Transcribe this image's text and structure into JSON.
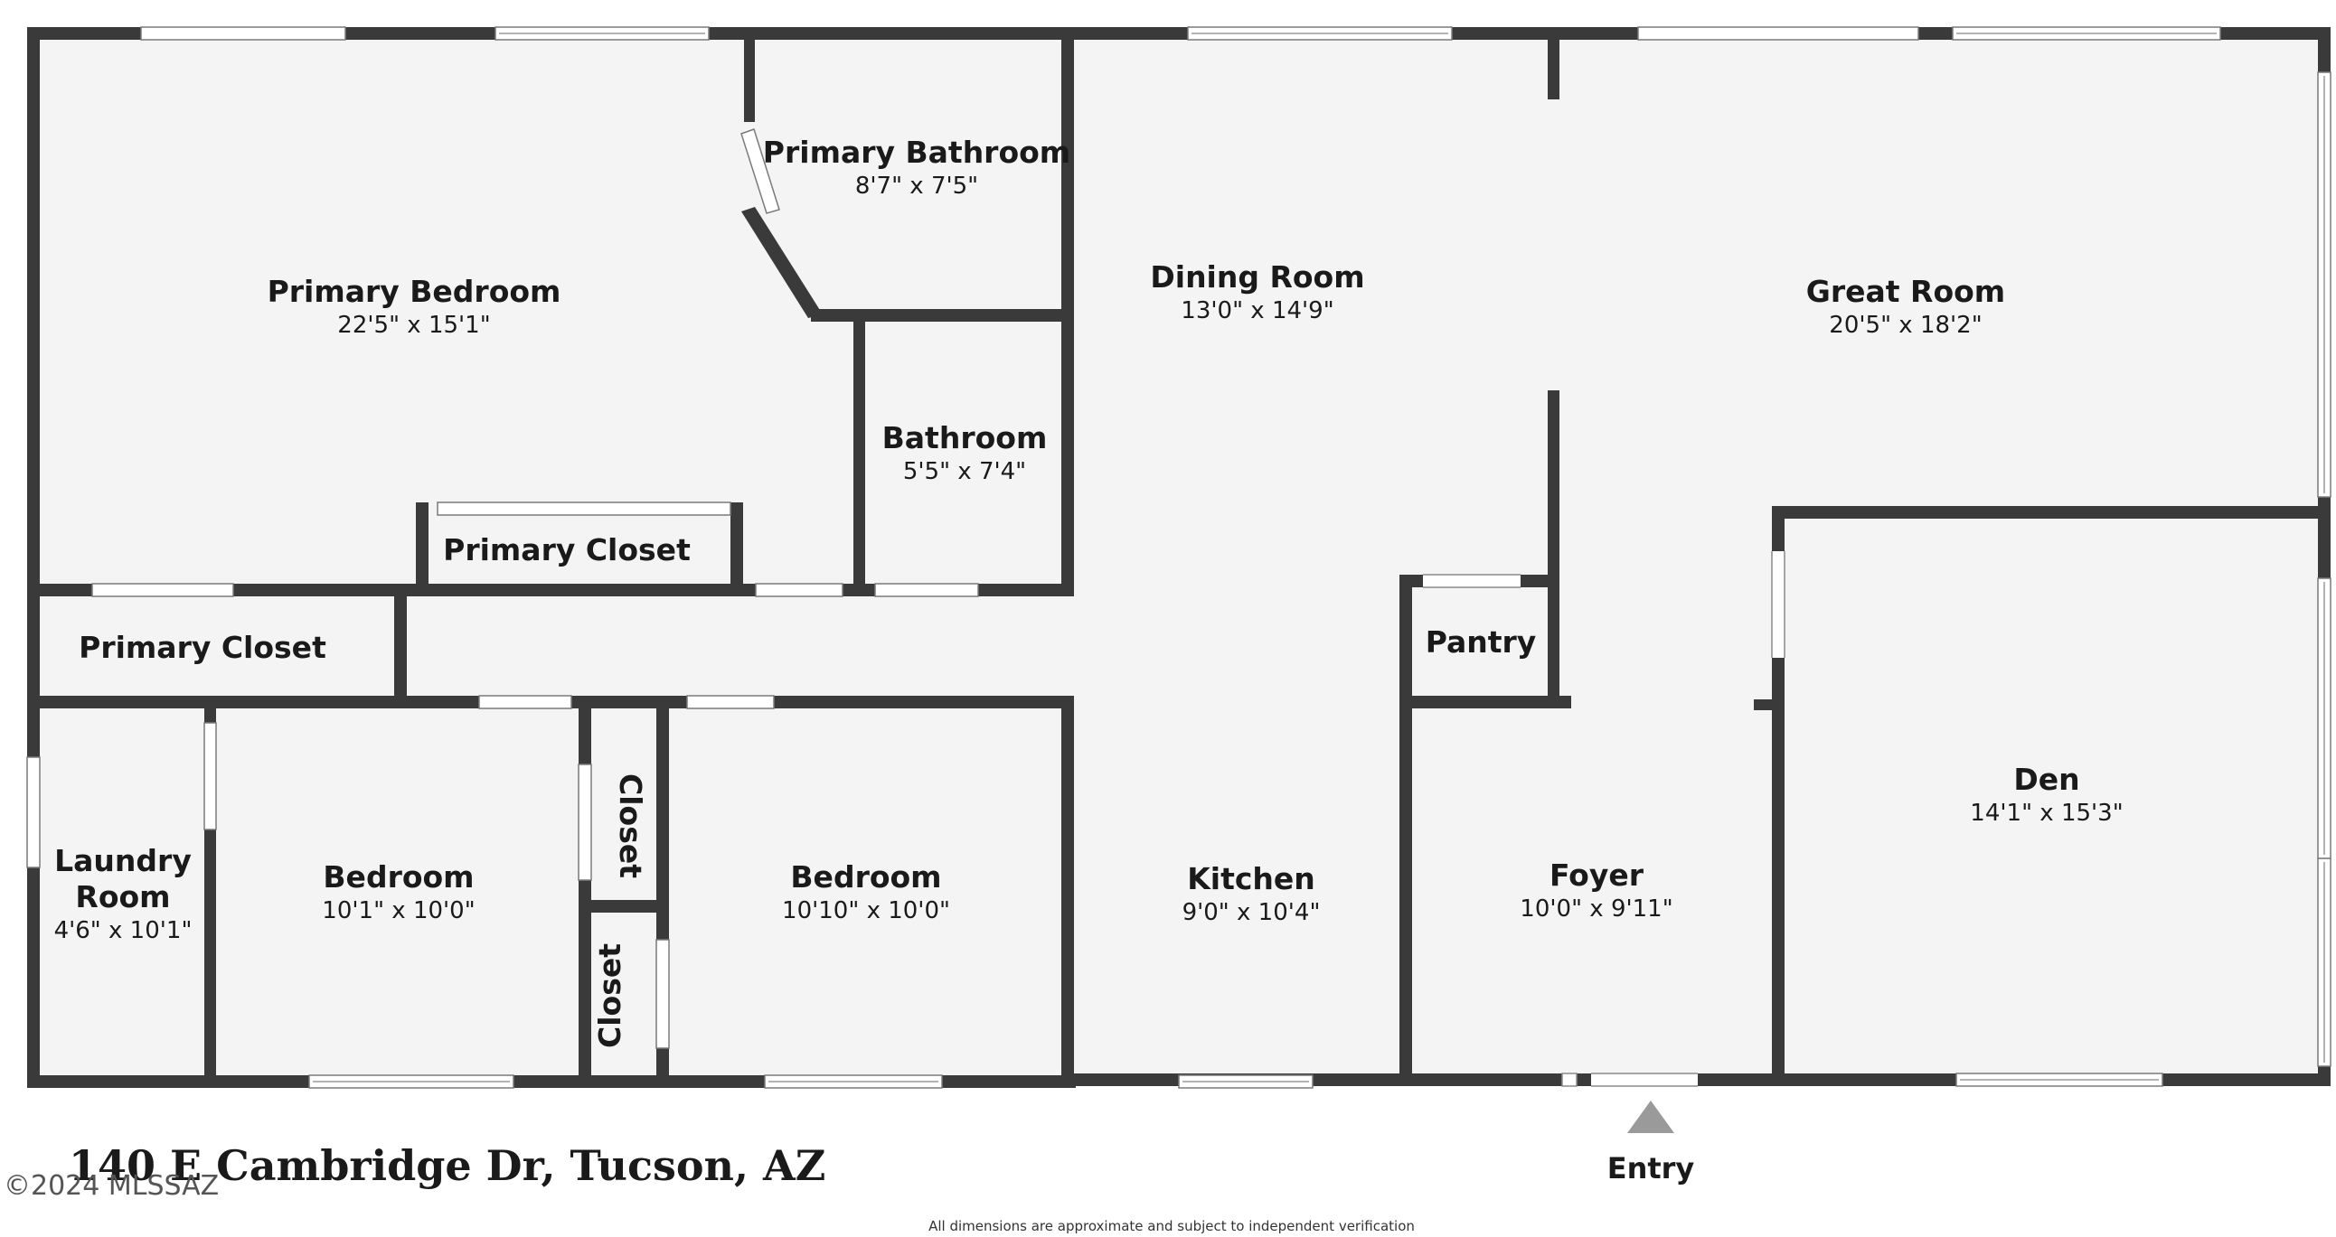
{
  "rooms": [
    {
      "id": "primary-bedroom",
      "name": "Primary Bedroom",
      "dims": "22'5\" x 15'1\""
    },
    {
      "id": "primary-bathroom",
      "name": "Primary Bathroom",
      "dims": "8'7\" x 7'5\""
    },
    {
      "id": "dining-room",
      "name": "Dining Room",
      "dims": "13'0\" x 14'9\""
    },
    {
      "id": "great-room",
      "name": "Great Room",
      "dims": "20'5\" x 18'2\""
    },
    {
      "id": "bathroom",
      "name": "Bathroom",
      "dims": "5'5\" x 7'4\""
    },
    {
      "id": "primary-closet-upper",
      "name": "Primary Closet",
      "dims": ""
    },
    {
      "id": "primary-closet-lower",
      "name": "Primary Closet",
      "dims": ""
    },
    {
      "id": "pantry",
      "name": "Pantry",
      "dims": ""
    },
    {
      "id": "den",
      "name": "Den",
      "dims": "14'1\" x 15'3\""
    },
    {
      "id": "laundry-room",
      "name": "Laundry Room",
      "name_lines": [
        "Laundry",
        "Room"
      ],
      "dims": "4'6\" x 10'1\""
    },
    {
      "id": "bedroom-1",
      "name": "Bedroom",
      "dims": "10'1\" x 10'0\""
    },
    {
      "id": "closet-upper",
      "name": "Closet",
      "dims": ""
    },
    {
      "id": "closet-lower",
      "name": "Closet",
      "dims": ""
    },
    {
      "id": "bedroom-2",
      "name": "Bedroom",
      "dims": "10'10\" x 10'0\""
    },
    {
      "id": "kitchen",
      "name": "Kitchen",
      "dims": "9'0\" x 10'4\""
    },
    {
      "id": "foyer",
      "name": "Foyer",
      "dims": "10'0\" x 9'11\""
    }
  ],
  "address": "140 E Cambridge Dr, Tucson, AZ",
  "copyright": "©2024 MLSSAZ",
  "entry_label": "Entry",
  "disclaimer": "All dimensions are approximate and subject to independent verification",
  "colors": {
    "wall": "#3a3a3a",
    "floor": "#f4f4f4",
    "window": "#ffffff",
    "entry_marker": "#9a9a9a"
  }
}
